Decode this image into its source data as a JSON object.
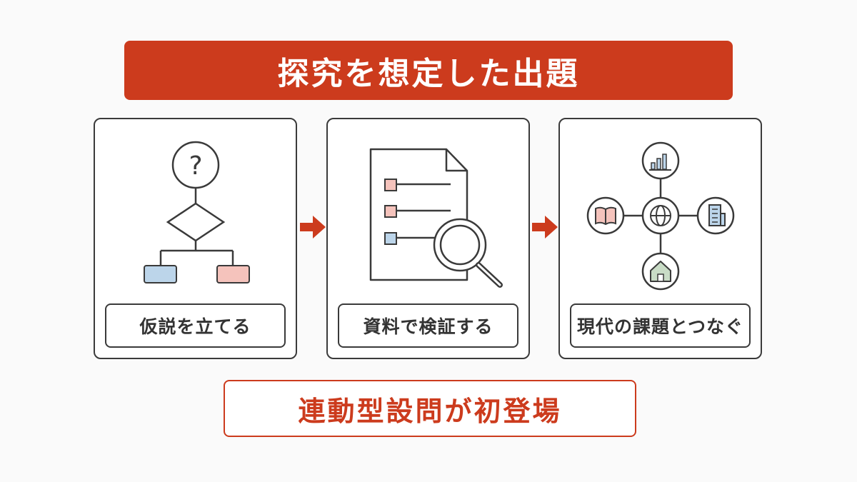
{
  "title": "探究を想定した出題",
  "steps": [
    {
      "label": "仮説を立てる",
      "icon": "hypothesis-flowchart-icon"
    },
    {
      "label": "資料で検証する",
      "icon": "document-magnifier-icon"
    },
    {
      "label": "現代の課題とつなぐ",
      "icon": "globe-network-icon"
    }
  ],
  "result": "連動型設問が初登場",
  "colors": {
    "accent": "#cc3b1d",
    "outline": "#3a3a3a",
    "pink": "#f5c3bc",
    "blue": "#bcd5ea",
    "green": "#c9dcc6"
  }
}
